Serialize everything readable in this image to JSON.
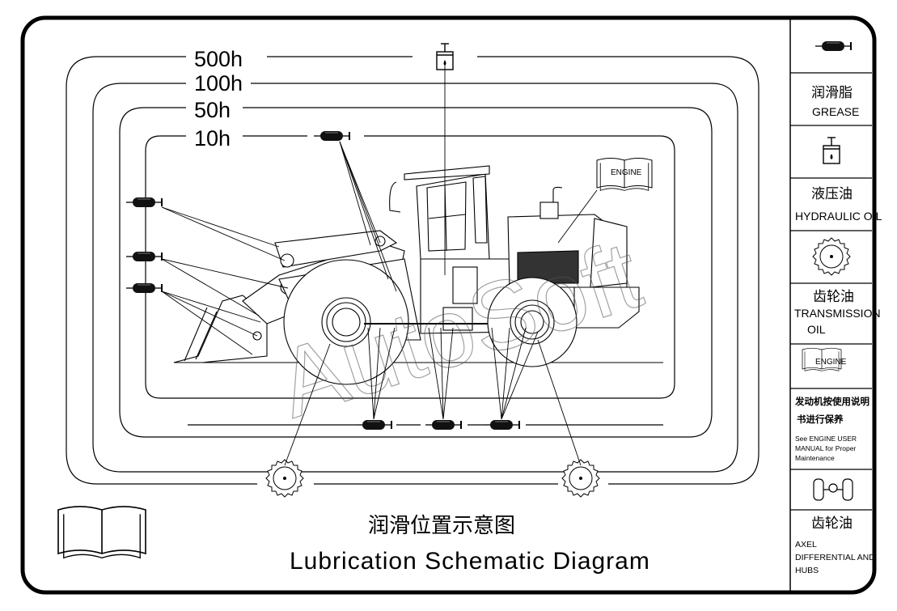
{
  "intervals": [
    {
      "label": "500h"
    },
    {
      "label": "100h"
    },
    {
      "label": "50h"
    },
    {
      "label": "10h"
    }
  ],
  "title": {
    "cn": "润滑位置示意图",
    "en": "Lubrication Schematic Diagram"
  },
  "engine_tag": "ENGINE",
  "legend": {
    "grease": {
      "cn": "润滑脂",
      "en": "GREASE"
    },
    "hydraulic": {
      "cn": "液压油",
      "en": "HYDRAULIC OIL"
    },
    "transmission": {
      "cn": "齿轮油",
      "en_line1": "TRANSMISSION",
      "en_line2": "OIL"
    },
    "engine": {
      "tag": "ENGINE",
      "cn_line1": "发动机按使用说明",
      "cn_line2": "书进行保养",
      "en_line1": "See ENGINE USER",
      "en_line2": "MANUAL for Proper",
      "en_line3": "Maintenance"
    },
    "axle": {
      "cn": "齿轮油",
      "en_line1": "AXEL",
      "en_line2": "DIFFERENTIAL AND",
      "en_line3": "HUBS"
    }
  },
  "watermark": "AutoSoft"
}
